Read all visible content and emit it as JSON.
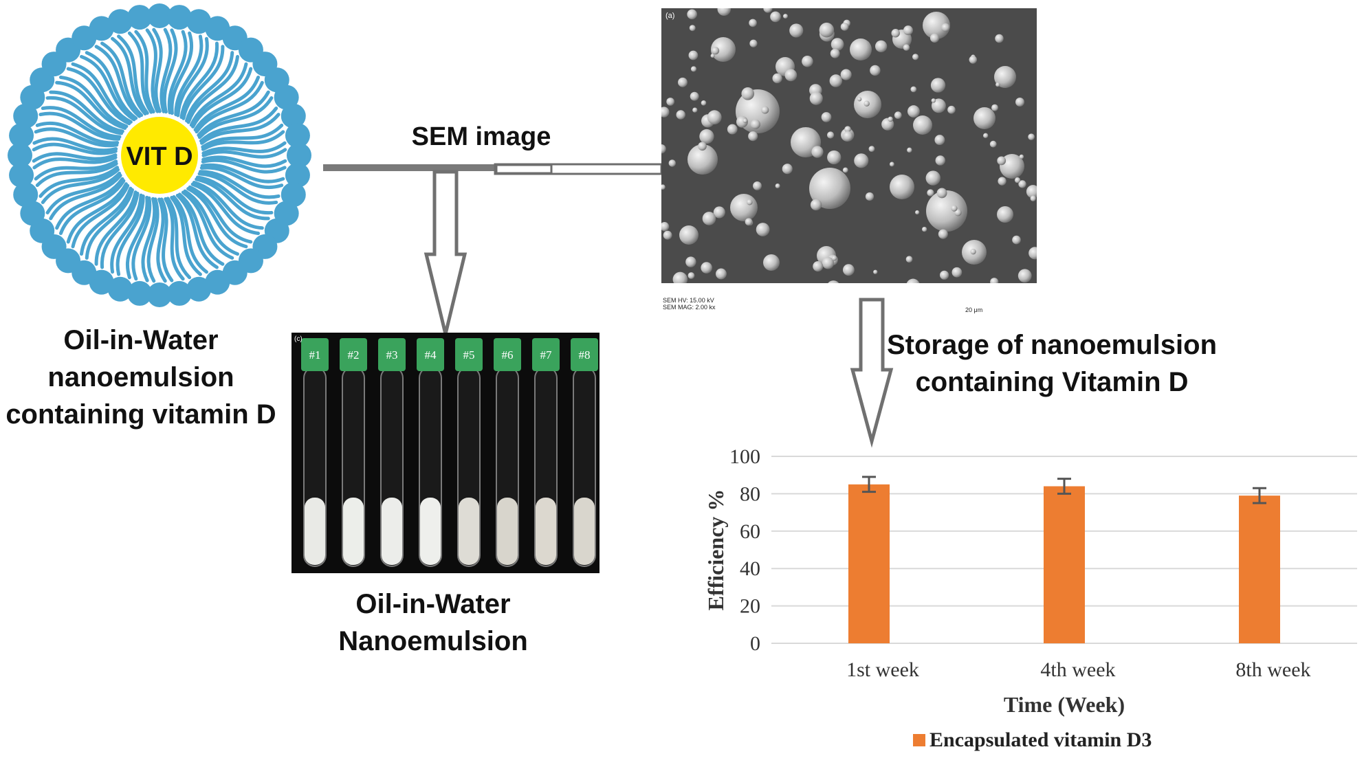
{
  "micelle": {
    "core_label": "VIT D",
    "core_color": "#ffea00",
    "lipid_color": "#4aa3cf"
  },
  "labels": {
    "oil_in_water_lines": [
      "Oil-in-Water",
      "nanoemulsion",
      "containing vitamin D"
    ],
    "sem_image": "SEM image",
    "storage_lines": [
      "Storage of nanoemulsion",
      "containing Vitamin D"
    ],
    "nanoemulsion_lines": [
      "Oil-in-Water",
      "Nanoemulsion"
    ]
  },
  "sem_photo": {
    "panel_label": "(a)",
    "info_lines": [
      "SEM HV: 15.00 kV",
      "SEM MAG: 2.00 kx"
    ],
    "scale_label": "20 μm"
  },
  "tubes_photo": {
    "panel_label": "(c)",
    "tube_labels": [
      "#1",
      "#2",
      "#3",
      "#4",
      "#5",
      "#6",
      "#7",
      "#8"
    ],
    "cap_color": "#3aa35c"
  },
  "chart_data": {
    "type": "bar",
    "categories": [
      "1st week",
      "4th week",
      "8th week"
    ],
    "series": [
      {
        "name": "Encapsulated vitamin D3",
        "values": [
          85,
          84,
          79
        ],
        "errors": [
          4,
          4,
          4
        ]
      }
    ],
    "xlabel": "Time (Week)",
    "ylabel": "Efficiency %",
    "ylim": [
      0,
      100
    ],
    "yticks": [
      0,
      20,
      40,
      60,
      80,
      100
    ],
    "grid": true,
    "legend_position": "bottom",
    "bar_color": "#ed7d31"
  }
}
